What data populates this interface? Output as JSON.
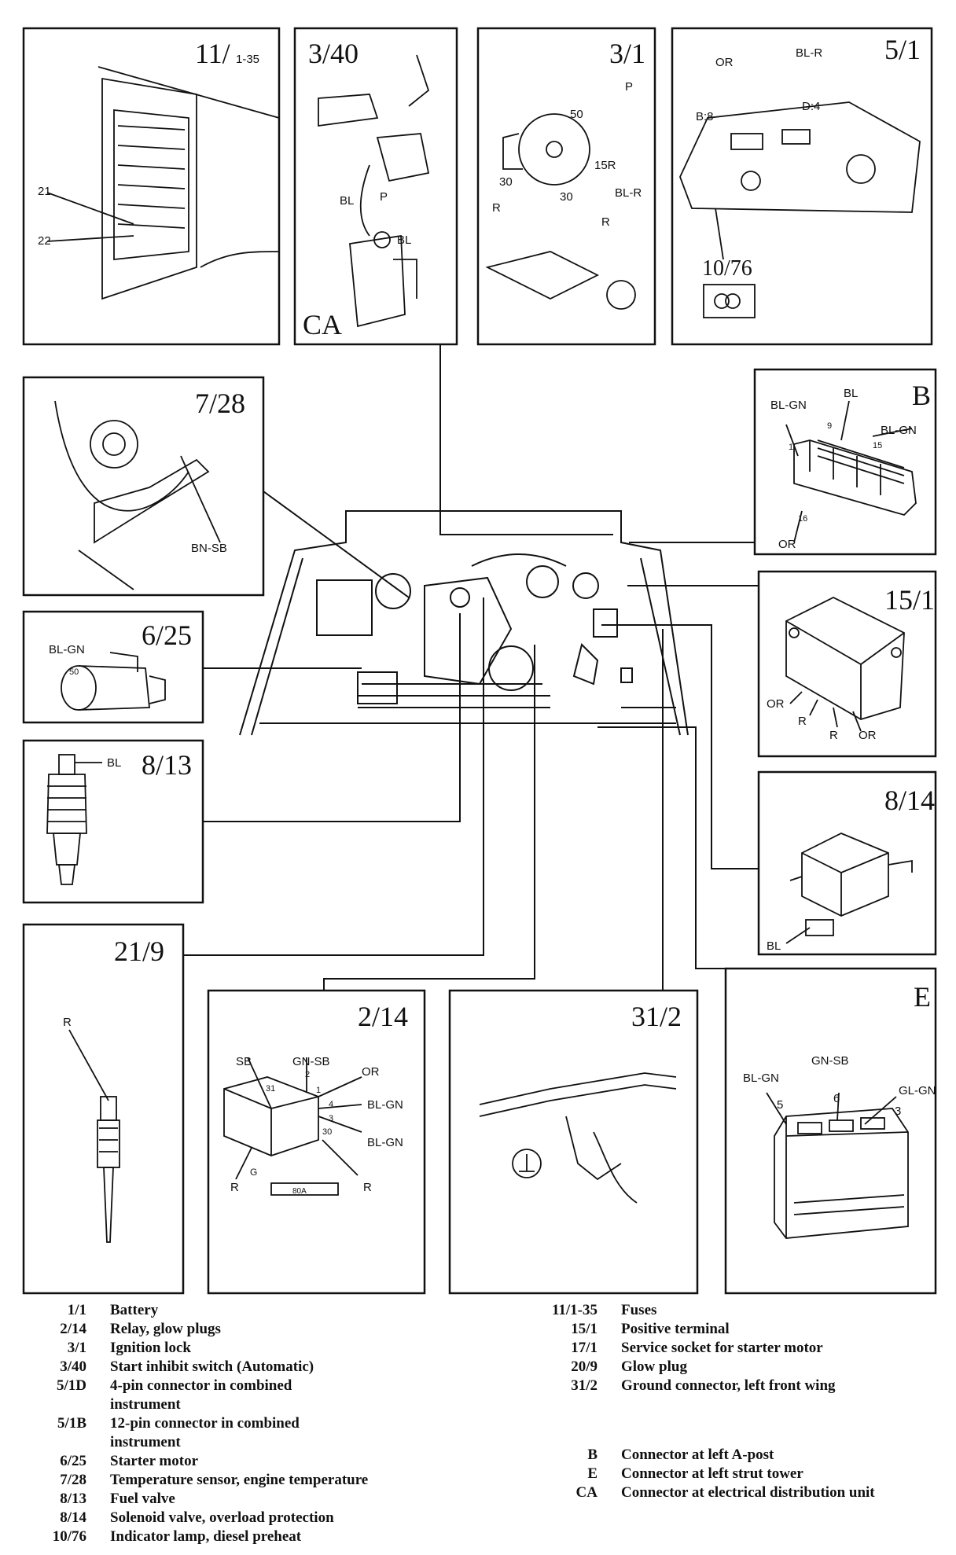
{
  "panels": {
    "p11": {
      "title": "11/",
      "sub": "1-35",
      "labels": [
        "21",
        "22"
      ]
    },
    "p340": {
      "title": "3/40",
      "tag": "CA",
      "labels": [
        "BL",
        "P",
        "BL"
      ]
    },
    "p31": {
      "title": "3/1",
      "labels": [
        "P",
        "50",
        "15R",
        "BL-R",
        "30",
        "30",
        "R",
        "R"
      ]
    },
    "p51": {
      "title": "5/1",
      "labels": [
        "OR",
        "BL-R",
        "B:8",
        "D:4"
      ],
      "sub_title": "10/76"
    },
    "pB": {
      "title": "B",
      "labels": [
        "BL-GN",
        "BL",
        "BL-GN",
        "9",
        "1",
        "15",
        "16",
        "OR"
      ]
    },
    "p728": {
      "title": "7/28",
      "labels": [
        "BN-SB"
      ]
    },
    "p151": {
      "title": "15/1",
      "labels": [
        "OR",
        "R",
        "R",
        "OR"
      ]
    },
    "p625": {
      "title": "6/25",
      "labels": [
        "BL-GN",
        "50"
      ]
    },
    "p813": {
      "title": "8/13",
      "labels": [
        "BL"
      ]
    },
    "p814": {
      "title": "8/14",
      "labels": [
        "BL"
      ]
    },
    "p219": {
      "title": "21/9",
      "labels": [
        "R"
      ]
    },
    "p214": {
      "title": "2/14",
      "labels": [
        "SB",
        "GN-SB",
        "OR",
        "BL-GN",
        "BL-GN",
        "R",
        "G",
        "R",
        "31",
        "2",
        "1",
        "4",
        "3",
        "30",
        "80A"
      ]
    },
    "p312": {
      "title": "31/2"
    },
    "pE": {
      "title": "E",
      "labels": [
        "GN-SB",
        "BL-GN",
        "GL-GN",
        "5",
        "6",
        "3"
      ]
    }
  },
  "legend_left": [
    {
      "code": "1/1",
      "desc": "Battery"
    },
    {
      "code": "2/14",
      "desc": "Relay, glow plugs"
    },
    {
      "code": "3/1",
      "desc": "Ignition lock"
    },
    {
      "code": "3/40",
      "desc": "Start inhibit switch (Automatic)"
    },
    {
      "code": "5/1D",
      "desc": "4-pin connector in combined instrument"
    },
    {
      "code": "5/1B",
      "desc": "12-pin connector in combined instrument"
    },
    {
      "code": "6/25",
      "desc": "Starter motor"
    },
    {
      "code": "7/28",
      "desc": "Temperature sensor, engine temperature"
    },
    {
      "code": "8/13",
      "desc": "Fuel valve"
    },
    {
      "code": "8/14",
      "desc": "Solenoid valve, overload protection"
    },
    {
      "code": "10/76",
      "desc": "Indicator lamp, diesel preheat"
    }
  ],
  "legend_right": [
    {
      "code": "11/1-35",
      "desc": "Fuses"
    },
    {
      "code": "15/1",
      "desc": "Positive terminal"
    },
    {
      "code": "17/1",
      "desc": "Service socket for starter motor"
    },
    {
      "code": "20/9",
      "desc": "Glow plug"
    },
    {
      "code": "31/2",
      "desc": "Ground connector, left front wing"
    }
  ],
  "legend_conn": [
    {
      "code": "B",
      "desc": "Connector at left A-post"
    },
    {
      "code": "E",
      "desc": "Connector at left strut tower"
    },
    {
      "code": "CA",
      "desc": "Connector at electrical distribution unit"
    }
  ]
}
